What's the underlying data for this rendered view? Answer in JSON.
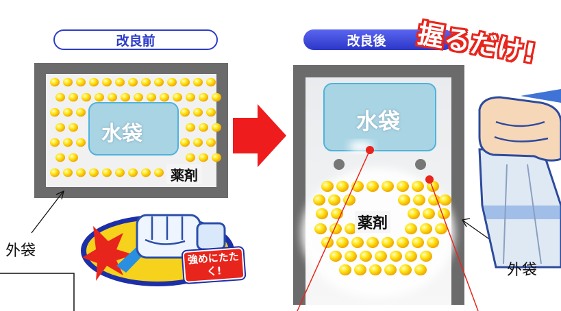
{
  "before": {
    "title": "改良前",
    "water_bag": "水袋",
    "chemical": "薬剤",
    "outer_bag": "外袋",
    "tap_badge": "強めにたたく!"
  },
  "after": {
    "title": "改良後",
    "water_bag": "水袋",
    "chemical": "薬剤",
    "outer_bag": "外袋",
    "squeeze_badge": "握るだけ!"
  },
  "colors": {
    "accent_blue": "#2d3bc9",
    "arrow_red": "#ee1c1c",
    "frame_gray": "#6b6b6b",
    "bead_yellow": "#ffe11a",
    "water_blue": "#a9d4e4"
  },
  "icons": [
    "fist-icon",
    "hand-squeezing-bag-icon",
    "right-arrow-icon"
  ]
}
